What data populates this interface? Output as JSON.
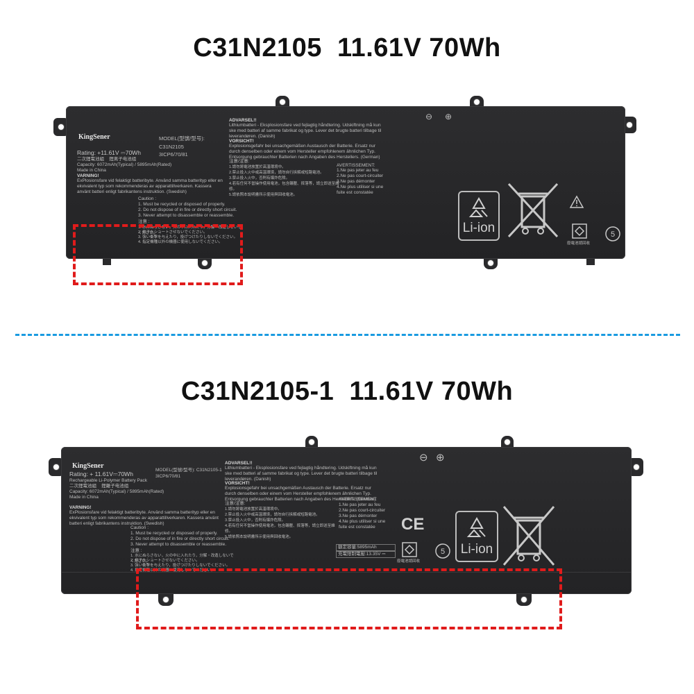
{
  "title_top": "C31N2105  11.61V 70Wh",
  "title_bottom": "C31N2105-1  11.61V 70Wh",
  "battery1": {
    "brand": "KingSener",
    "rating": "Rating: +11.61V ⎓70Wh",
    "model_label": "MODEL(型號/型号):",
    "model": "C31N2105",
    "cells": "3ICP6/70/81",
    "cn_line": "二次鋰電池組    鋰离子电池组",
    "capacity": "Capacity: 6072mAh(Typical) / 5895mAh(Rated)",
    "made": "Made in China",
    "warning_head": "VARNING!",
    "warning": "ExPlosionsfare vid felaktigt batteribyte. Använd samma batterityp eller en ekvivalent typ som rekommenderas av apparattillverkaren. Kassera använt batteri enligt fabrikantens instruktion. (Swedish)",
    "caution_head": "Caution :",
    "caution1": "1. Must be recycled or disposed of properly.",
    "caution2": "2. Do not dispose of in fire or directly short circuit.",
    "caution3": "3. Never attempt to disassemble or reassemble.",
    "jp_head": "注意 :",
    "jp1": "1. 水にぬらさない，火の中に入れたり，分解・改造しないでください。",
    "jp2": "2. 端子をショートさせないでください。",
    "jp3": "3. 強い衝撃を与えたり，投げつけたりしないでください。",
    "jp4": "4. 指定機種以外の機器に使用しないでください。",
    "adv_head": "ADVARSEL!!",
    "adv": "Lithiumbatteri - Eksplosionsfare ved fejlagtig håndtering. Udskiftning må kun ske med batteri af samme fabrikat og type. Lever det brugte batteri tilbage til leverandøren. (Danish)",
    "vor_head": "VORSICHT!",
    "vor": "Explosionsgefahr bei unsachgemäßen Austausch der Batterie. Ersatz nur durch denselben oder einem vom Hersteller empfohlenem ähnlichen Typ. Entsorgung gebrauchter Batterien nach Angaben des Herstellers. (German)",
    "tw_head": "注意/注意:",
    "tw": "1.請勿將電池放置於高溫環境中。\n2.禁止投入火中或高溫環境，請勿自行拆解或短路電池。\n3.禁止投入火中，否則有爆炸危險。\n4.若有任何不當操作使用電池，包含碾壓、摔落等，請立即送至維修。\n5.請依照本說明書所示使用與回收電池。",
    "avert_head": "AVERTISSEMENT:",
    "avert": "1.Ne pas jeter au feu\n2.Ne pas court-circuiter\n3.Ne pas démonter\n4.Ne plus utiliser si une fuite est constatée",
    "liion": "Li-ion",
    "minus": "⊖",
    "plus": "⊕",
    "recycle_cn": "廢電池請回收"
  },
  "battery2": {
    "brand": "KingSener",
    "rating": "Rating: + 11.61V⎓70Wh",
    "pack": "Rechargeable Li-Polymer Battery Pack",
    "cn_line": "二次鋰電池組    鋰離子电池组",
    "capacity": "Capacity: 6072mAh(Typical) / 5895mAh(Rated)",
    "made": "Made in China",
    "model_label": "MODEL(型號/型号): C31N2105-1",
    "cells": "3ICP6/70/81",
    "warning_head": "VARNING!",
    "warning": "ExPlosionsfare vid felaktigt batteribyte. Använd samma batterityp eller en ekvivalent typ som rekommenderas av apparattillverkaren. Kassera använt batteri enligt fabrikantens instruktion. (Swedish)",
    "caution_head": "Caution :",
    "caution1": "1. Must be recycled or disposed of properly.",
    "caution2": "2. Do not dispose of in fire or directly short circuit.",
    "caution3": "3. Never attempt to disassemble or reassemble.",
    "jp_head": "注意 :",
    "jp1": "1. 水にぬらさない，火の中に入れたり，分解・改造しないでください。",
    "jp2": "2. 端子をショートさせないでください。",
    "jp3": "3. 強い衝撃を与えたり，投げつけたりしないでください。",
    "jp4": "4. 指定機種以外の機器に使用しないでください。",
    "adv_head": "ADVARSEL!!",
    "adv": "Lithiumbatteri - Eksplosionsfare ved fejlagtig håndtering. Udskiftning må kun ske med batteri af samme fabrikat og type. Lever det brugte batteri tilbage til leverandøren. (Danish)",
    "vor_head": "VORSICHT!",
    "vor": "Explosionsgefahr bei unsachgemäßen Austausch der Batterie. Ersatz nur durch denselben oder einem vom Hersteller empfohlenem ähnlichen Typ. Entsorgung gebrauchter Batterien nach Angaben des Herstellers. (German)",
    "tw_head": "注意/注意:",
    "tw": "1.請勿將電池放置於高溫環境中。\n2.禁止投入火中或高溫環境，請勿自行拆解或短路電池。\n3.禁止投入火中，否則有爆炸危險。\n4.若有任何不當操作使用電池，包含碾壓、摔落等，請立即送至維修。\n5.請依照本說明書所示使用與回收電池。",
    "avert_head": "AVERTISSEMENT:",
    "avert": "1.Ne pas jeter au feu\n2.Ne pas court-circuiter\n3.Ne pas démonter\n4.Ne plus utiliser si une fuite est constatée",
    "rated_cap": "額定容量:5895mAh",
    "charge_limit": "充電限制電壓:13.35V ⎓",
    "ce": "CE",
    "liion": "Li-ion",
    "minus": "⊖",
    "plus": "⊕",
    "recycle_cn": "廢電池請回收"
  },
  "colors": {
    "highlight": "#e01b1b",
    "divider": "#1a9be0",
    "pack": "#2a2a2c"
  }
}
